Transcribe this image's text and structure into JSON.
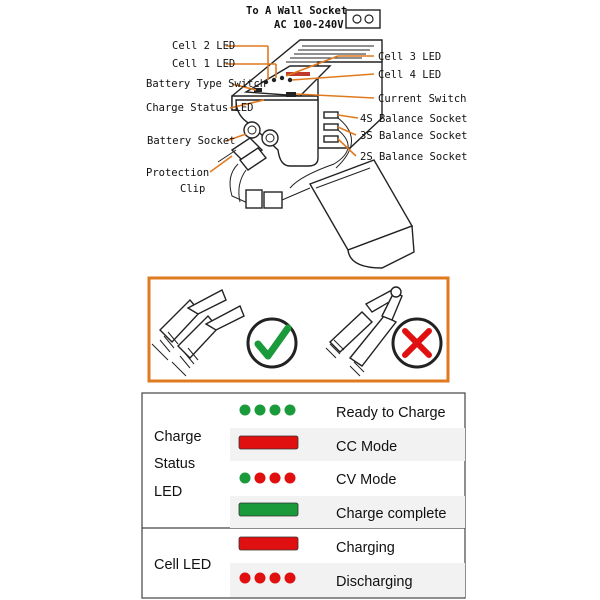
{
  "callouts": {
    "wall_socket_line1": "To A Wall Socket",
    "wall_socket_line2": "AC 100-240V",
    "cell2": "Cell 2 LED",
    "cell1": "Cell 1 LED",
    "battery_type": "Battery Type Switch",
    "charge_status": "Charge Status LED",
    "battery_socket": "Battery Socket",
    "protection_line1": "Protection",
    "protection_line2": "Clip",
    "cell3": "Cell 3 LED",
    "cell4": "Cell 4 LED",
    "current_switch": "Current Switch",
    "balance4s": "4S Balance Socket",
    "balance3s": "3S Balance Socket",
    "balance2s": "2S Balance Socket"
  },
  "colors": {
    "leader": "#e07a1f",
    "frame": "#e07a1f",
    "green": "#1a9a3a",
    "red": "#e01010",
    "check": "#1a9a3a",
    "cross": "#e01010"
  },
  "legend": {
    "charge_status_line1": "Charge",
    "charge_status_line2": "Status",
    "charge_status_line3": "LED",
    "cell_led": "Cell LED",
    "rows": [
      {
        "label": "Ready to Charge",
        "indicator": "green-dots"
      },
      {
        "label": "CC Mode",
        "indicator": "red-bar"
      },
      {
        "label": "CV Mode",
        "indicator": "mixed-dots"
      },
      {
        "label": "Charge complete",
        "indicator": "green-bar"
      },
      {
        "label": "Charging",
        "indicator": "red-bar"
      },
      {
        "label": "Discharging",
        "indicator": "red-dots"
      }
    ]
  }
}
